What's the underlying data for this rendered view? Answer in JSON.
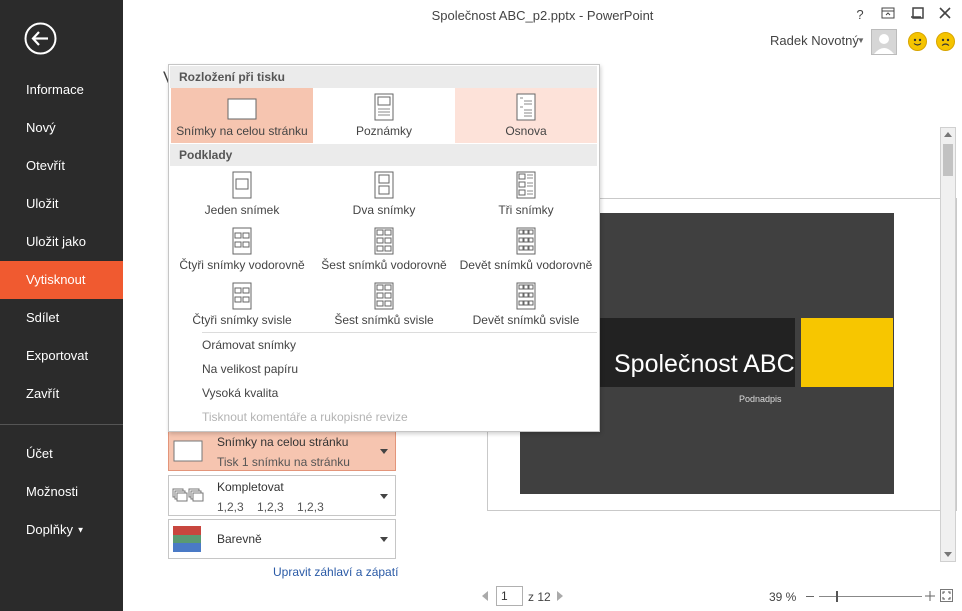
{
  "window": {
    "title": "Společnost ABC_p2.pptx - PowerPoint",
    "help": "?",
    "user": "Radek Novotný"
  },
  "sidebar": {
    "items": [
      {
        "label": "Informace"
      },
      {
        "label": "Nový"
      },
      {
        "label": "Otevřít"
      },
      {
        "label": "Uložit"
      },
      {
        "label": "Uložit jako"
      },
      {
        "label": "Vytisknout"
      },
      {
        "label": "Sdílet"
      },
      {
        "label": "Exportovat"
      },
      {
        "label": "Zavřít"
      },
      {
        "label": "Účet"
      },
      {
        "label": "Možnosti"
      },
      {
        "label": "Doplňky"
      }
    ],
    "active": "Vytisknout"
  },
  "heading_fragment": "V",
  "layout_dropdown": {
    "section1": "Rozložení při tisku",
    "print_layouts": [
      {
        "label": "Snímky na celou stránku"
      },
      {
        "label": "Poznámky"
      },
      {
        "label": "Osnova"
      }
    ],
    "section2": "Podklady",
    "handouts": [
      {
        "label": "Jeden snímek"
      },
      {
        "label": "Dva snímky"
      },
      {
        "label": "Tři snímky"
      },
      {
        "label": "Čtyři snímky vodorovně"
      },
      {
        "label": "Šest snímků vodorovně"
      },
      {
        "label": "Devět snímků vodorovně"
      },
      {
        "label": "Čtyři snímky svisle"
      },
      {
        "label": "Šest snímků svisle"
      },
      {
        "label": "Devět snímků svisle"
      }
    ],
    "options": [
      {
        "label": "Orámovat snímky",
        "enabled": true
      },
      {
        "label": "Na velikost papíru",
        "enabled": true
      },
      {
        "label": "Vysoká kvalita",
        "enabled": true
      },
      {
        "label": "Tisknout komentáře a rukopisné revize",
        "enabled": false
      }
    ]
  },
  "settings": {
    "layout": {
      "title": "Snímky na celou stránku",
      "subtitle": "Tisk 1 snímku na stránku"
    },
    "collate": {
      "title": "Kompletovat",
      "subtitle": "1,2,3    1,2,3    1,2,3"
    },
    "color": {
      "title": "Barevně"
    },
    "header_footer_link": "Upravit záhlaví a zápatí"
  },
  "preview": {
    "slide_title": "Společnost ABC",
    "slide_subtitle": "Podnadpis"
  },
  "pagination": {
    "current_page": "1",
    "of_text": "z 12"
  },
  "zoom": {
    "level": "39 %"
  },
  "colors": {
    "sidebar_bg": "#2b2b2b",
    "accent": "#f05a30",
    "selected_tile": "#f6c5b0",
    "slide_bg": "#404040",
    "slide_accent": "#f7c600"
  }
}
